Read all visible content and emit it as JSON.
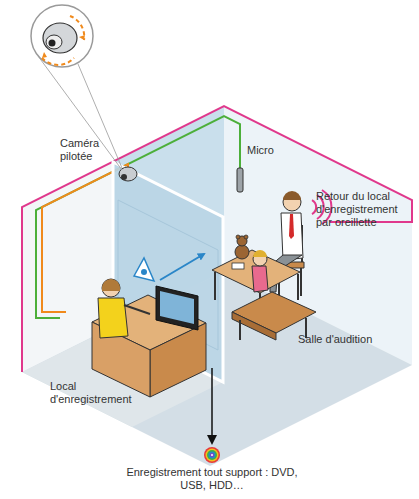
{
  "diagram": {
    "labels": [
      "Caméra pilotée",
      "Micro",
      "Retour du local d'enregistrement par oreillette",
      "Salle d'audition",
      "Local d'enregistrement",
      "Enregistrement tout support : DVD, USB, HDD…"
    ]
  }
}
